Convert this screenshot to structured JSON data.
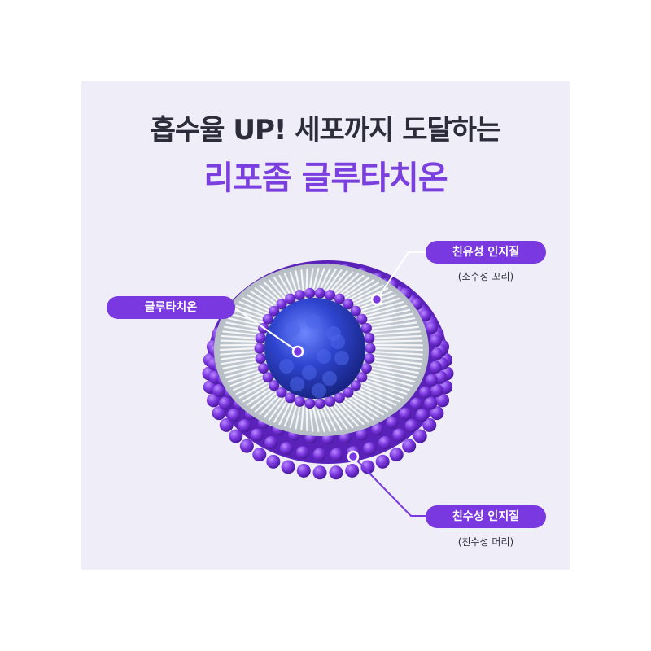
{
  "headline": {
    "line1": "흡수율 UP! 세포까지 도달하는",
    "line2": "리포좀 글루타치온"
  },
  "labels": {
    "glutathione": "글루타치온",
    "lipophilic": {
      "title": "친유성 인지질",
      "sub": "(소수성 꼬리)"
    },
    "hydrophilic": {
      "title": "친수성 인지질",
      "sub": "(친수성 머리)"
    }
  },
  "colors": {
    "panel_bg": "#efedf8",
    "accent": "#7a38e0",
    "headline_accent": "#7b3fe0",
    "phospholipid_head": "#7c3ad8",
    "tail": "#c4cbd3",
    "core": "#2a3fc6"
  }
}
